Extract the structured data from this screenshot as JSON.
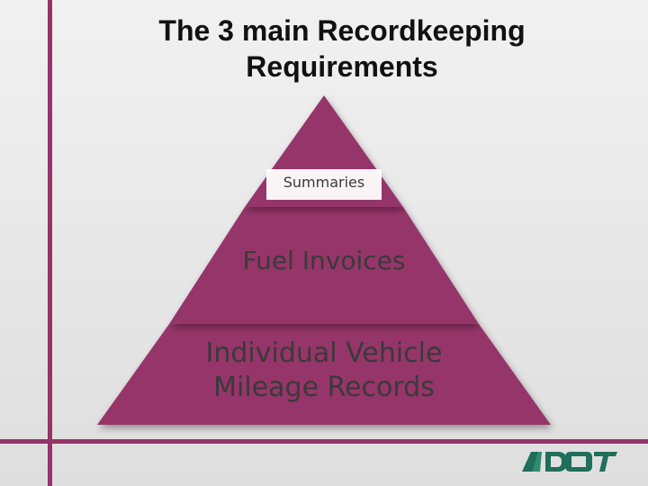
{
  "slide": {
    "title_line1": "The 3 main Recordkeeping",
    "title_line2": "Requirements",
    "accent_color": "#963469",
    "background_color": "#e9e9e9"
  },
  "pyramid": {
    "tiers": [
      {
        "label": "Summaries"
      },
      {
        "label": "Fuel Invoices"
      },
      {
        "label_line1": "Individual Vehicle",
        "label_line2": "Mileage Records"
      }
    ],
    "fill_color": "#963469"
  },
  "logo": {
    "text": "ADOT",
    "color": "#1f6f5a"
  }
}
